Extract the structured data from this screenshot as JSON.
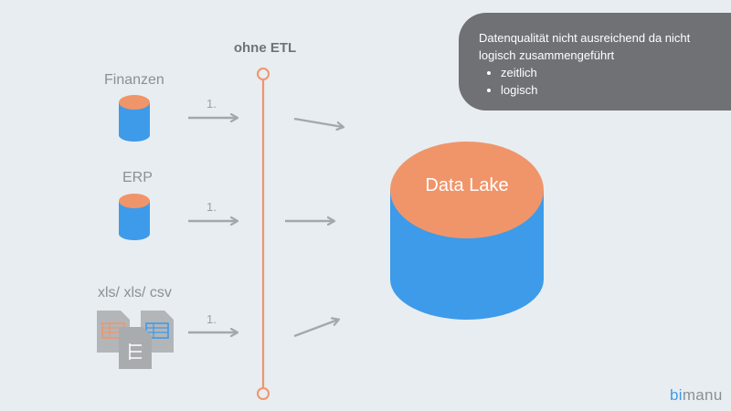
{
  "sources": [
    {
      "label": "Finanzen",
      "step": "1."
    },
    {
      "label": "ERP",
      "step": "1."
    },
    {
      "label": "xls/ xls/ csv",
      "step": "1."
    }
  ],
  "etl": {
    "title": "ohne ETL"
  },
  "note": {
    "text": "Datenqualität nicht ausreichend da nicht logisch zusammengeführt",
    "bullets": [
      "zeitlich",
      "logisch"
    ]
  },
  "lake": {
    "title": "Data Lake"
  },
  "logo": {
    "part1": "bi",
    "part2": "manu"
  },
  "colors": {
    "background": "#e8edf1",
    "orange": "#f0956a",
    "blue": "#3d9be9",
    "gray_arrow": "#9aa0a5",
    "etl_line": "#f0956a",
    "note_bg": "#6f7174"
  }
}
